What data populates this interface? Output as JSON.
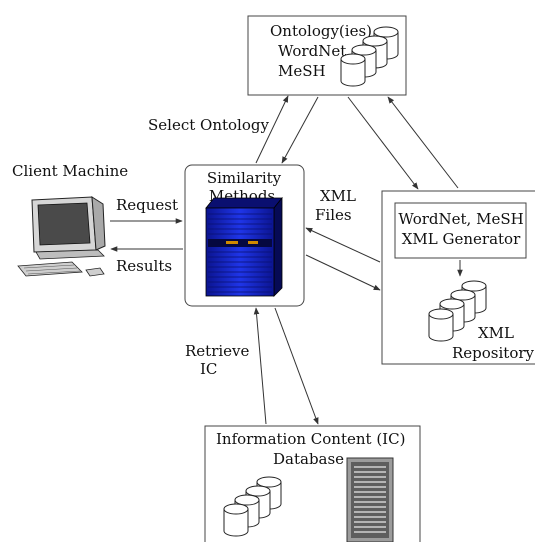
{
  "nodes": {
    "ontology": {
      "line1": "Ontology(ies)",
      "line2": "WordNet",
      "line3": "MeSH"
    },
    "client": {
      "label": "Client Machine"
    },
    "similarity": {
      "line1": "Similarity",
      "line2": "Methods"
    },
    "xml_generator": {
      "line1": "WordNet, MeSH",
      "line2": "XML Generator"
    },
    "xml_repository": {
      "line1": "XML",
      "line2": "Repository"
    },
    "ic_database": {
      "line1": "Information Content (IC)",
      "line2": "Database"
    }
  },
  "edges": {
    "select_ontology": "Select Ontology",
    "request": "Request",
    "results": "Results",
    "xml_files_1": "XML",
    "xml_files_2": "Files",
    "retrieve_ic_1": "Retrieve",
    "retrieve_ic_2": "IC"
  },
  "colors": {
    "server_blue": "#1a2bd6",
    "server_dark": "#0a0f70",
    "line": "#333333",
    "monitor_gray": "#d4d4d4"
  }
}
